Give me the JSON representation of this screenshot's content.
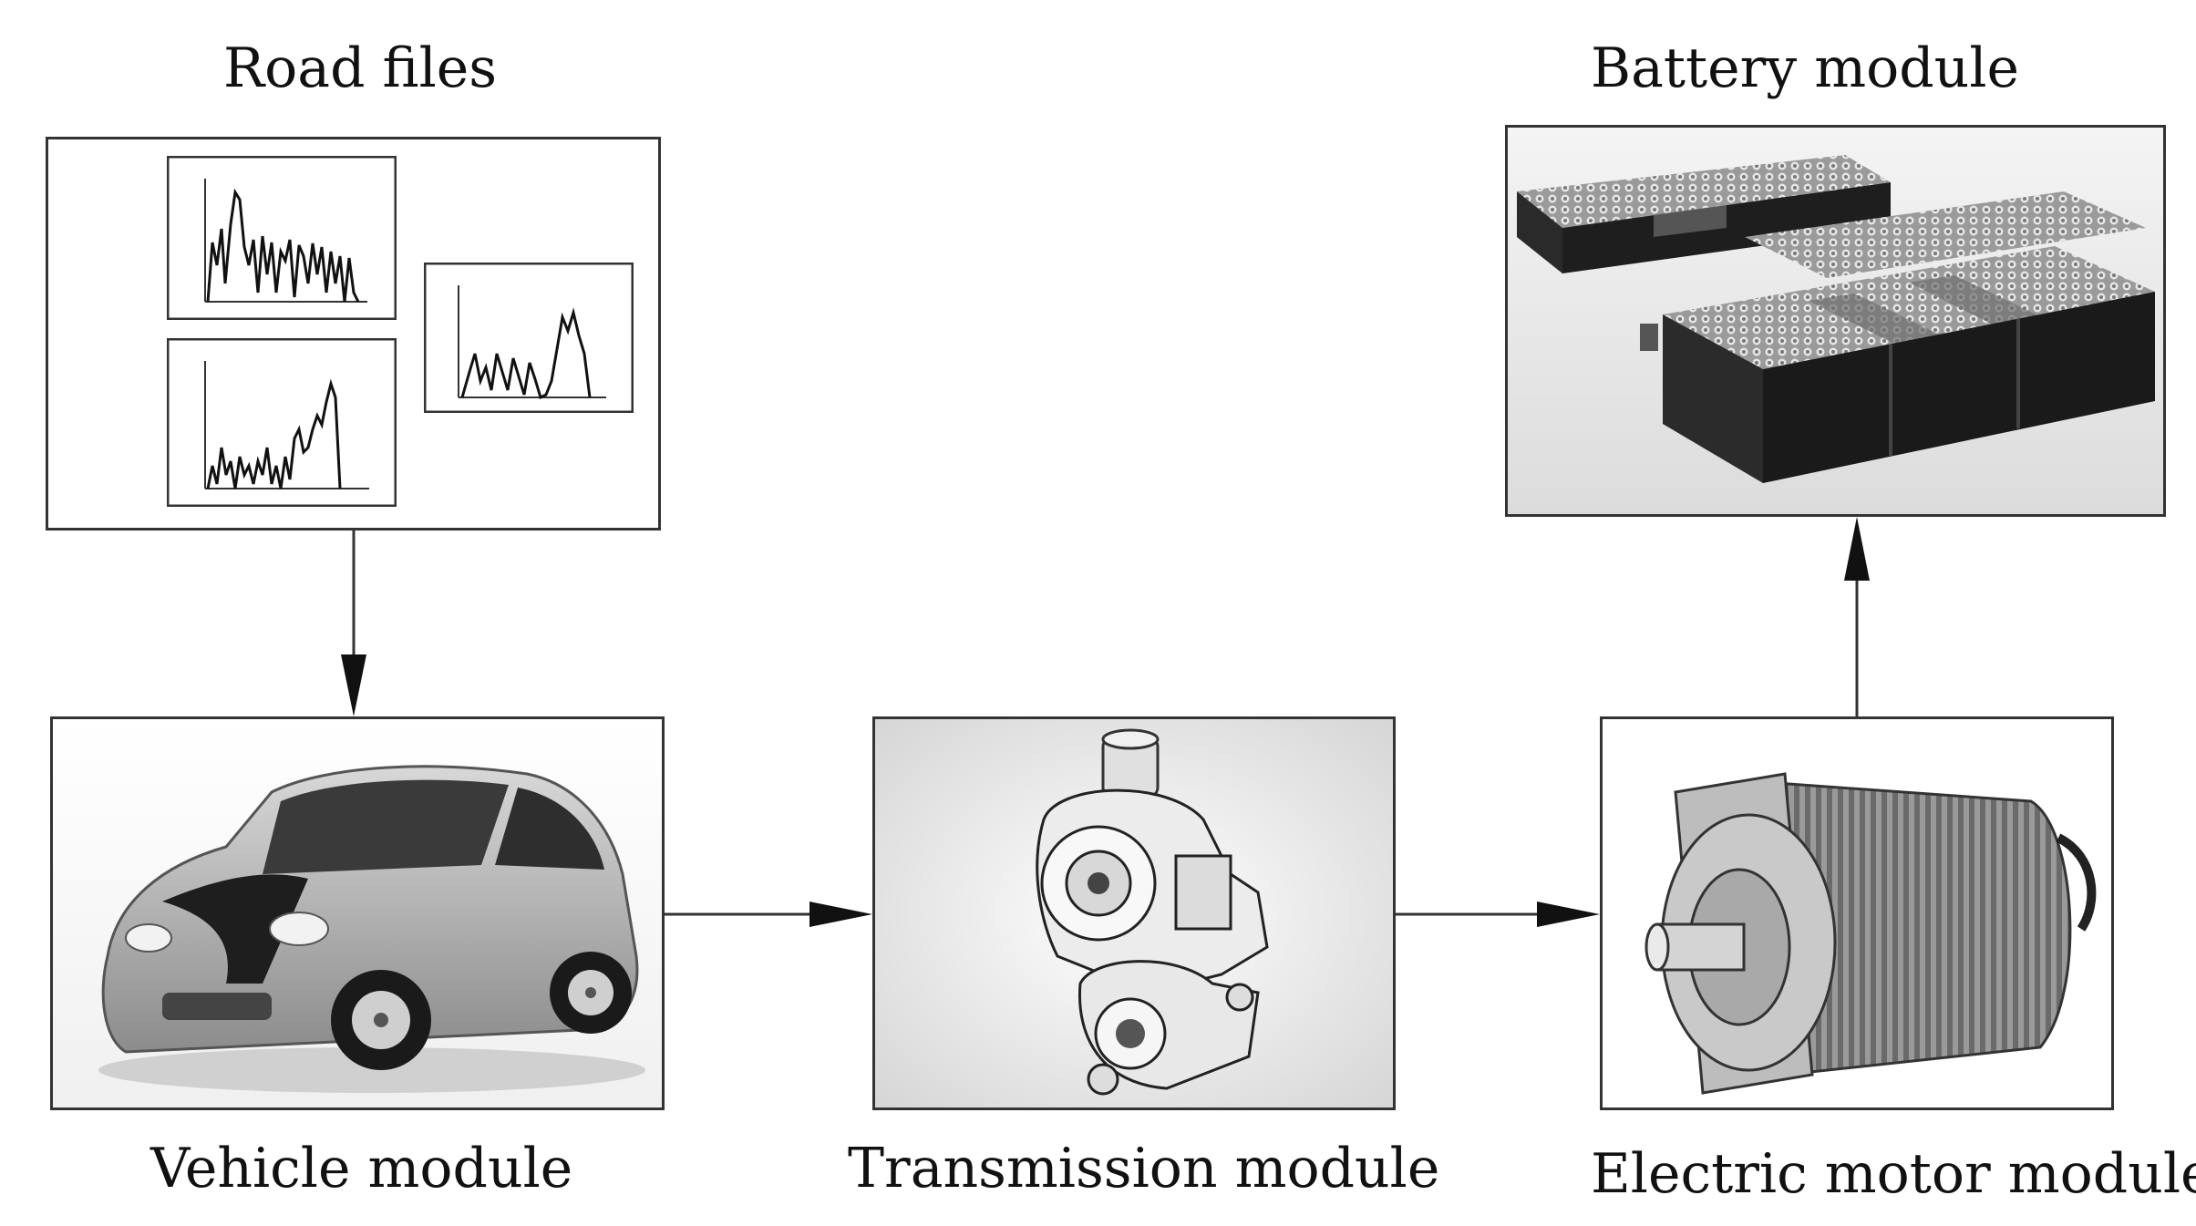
{
  "labels": {
    "road_files": "Road files",
    "battery_module": "Battery module",
    "vehicle_module": "Vehicle module",
    "transmission_module": "Transmission module",
    "electric_motor_module": "Electric motor module"
  },
  "colors": {
    "line": "#333333",
    "box_border": "#333333",
    "image_dark": "#1e1e1e",
    "image_mid": "#8c8c8c",
    "image_light": "#d9d9d9"
  }
}
